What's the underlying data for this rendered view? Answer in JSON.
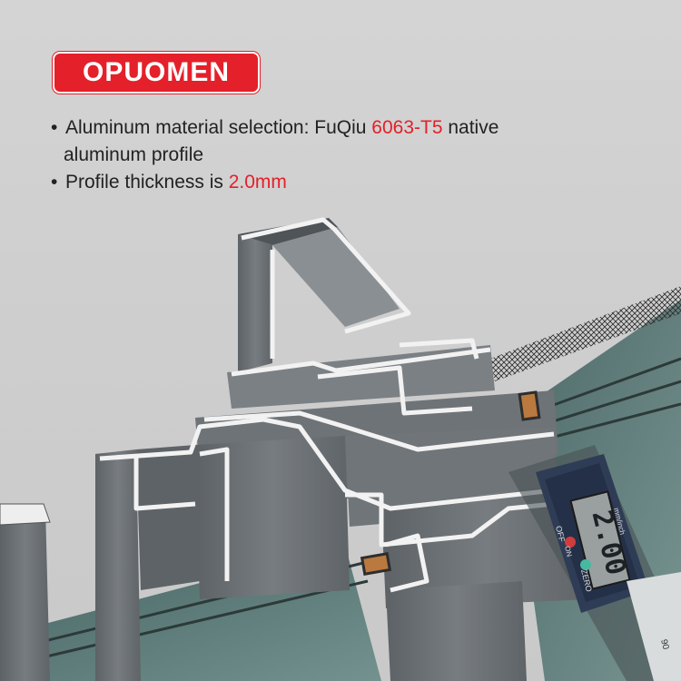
{
  "brand": {
    "name": "OPUOMEN",
    "color": "#e4202a"
  },
  "bullets": [
    {
      "dot": "•",
      "prefix": "Aluminum material selection: FuQiu ",
      "highlight": "6063-T5",
      "suffix": " native",
      "continuation": "aluminum profile"
    },
    {
      "dot": "•",
      "prefix": "Profile thickness is ",
      "highlight": "2.0mm",
      "suffix": ""
    }
  ],
  "caliper": {
    "reading": "2.00",
    "off_label": "OFF",
    "on_label": "ON",
    "zero_label": "ZERO",
    "unit_label": "mm/inch",
    "scale_number": "90"
  },
  "colors": {
    "highlight": "#e4202a",
    "profile": "#6b7074",
    "cut_face": "#eeeeee",
    "glass": "#4e6e6c"
  }
}
